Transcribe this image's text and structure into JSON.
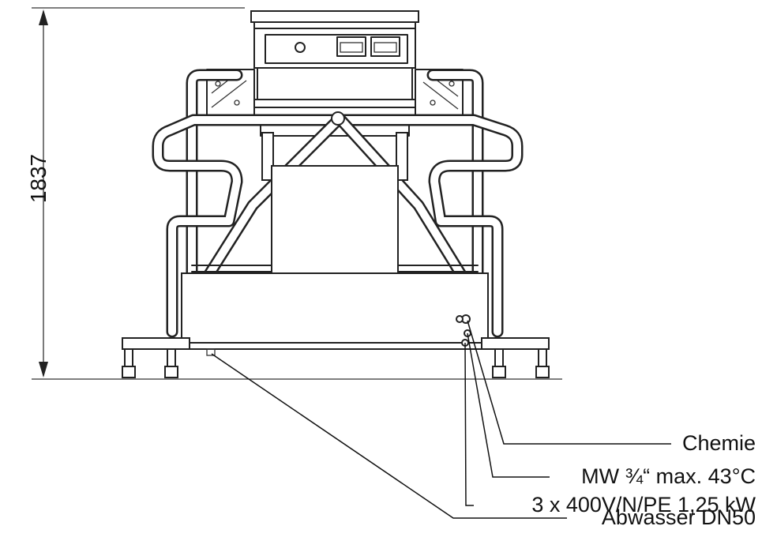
{
  "dimension": {
    "height_value": "1837"
  },
  "callouts": [
    {
      "id": "chemie",
      "label": "Chemie"
    },
    {
      "id": "mw",
      "label": "MW ¾“ max. 43°C"
    },
    {
      "id": "power",
      "label": "3 x 400V/N/PE 1,25 kW"
    },
    {
      "id": "drain",
      "label": "Abwasser DN50"
    }
  ]
}
